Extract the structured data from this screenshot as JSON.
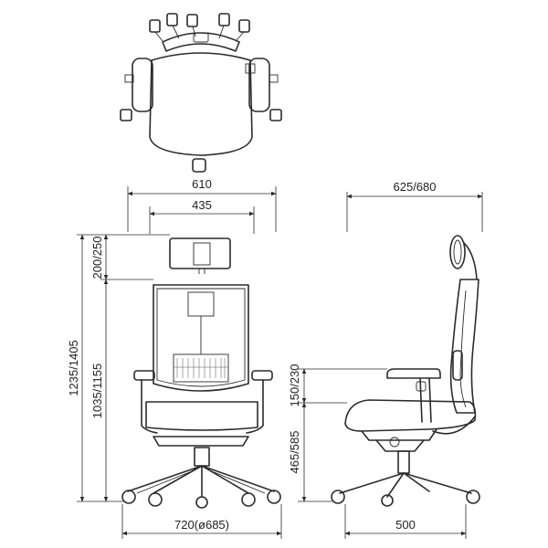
{
  "dimensions": {
    "top_width": "610",
    "back_width": "435",
    "side_depth": "625/680",
    "headrest_adjust": "200/250",
    "total_height": "1235/1405",
    "back_height": "1035/1155",
    "arm_adjust": "150/230",
    "seat_height": "465/585",
    "base_width": "720(ø685)",
    "base_depth": "500"
  }
}
